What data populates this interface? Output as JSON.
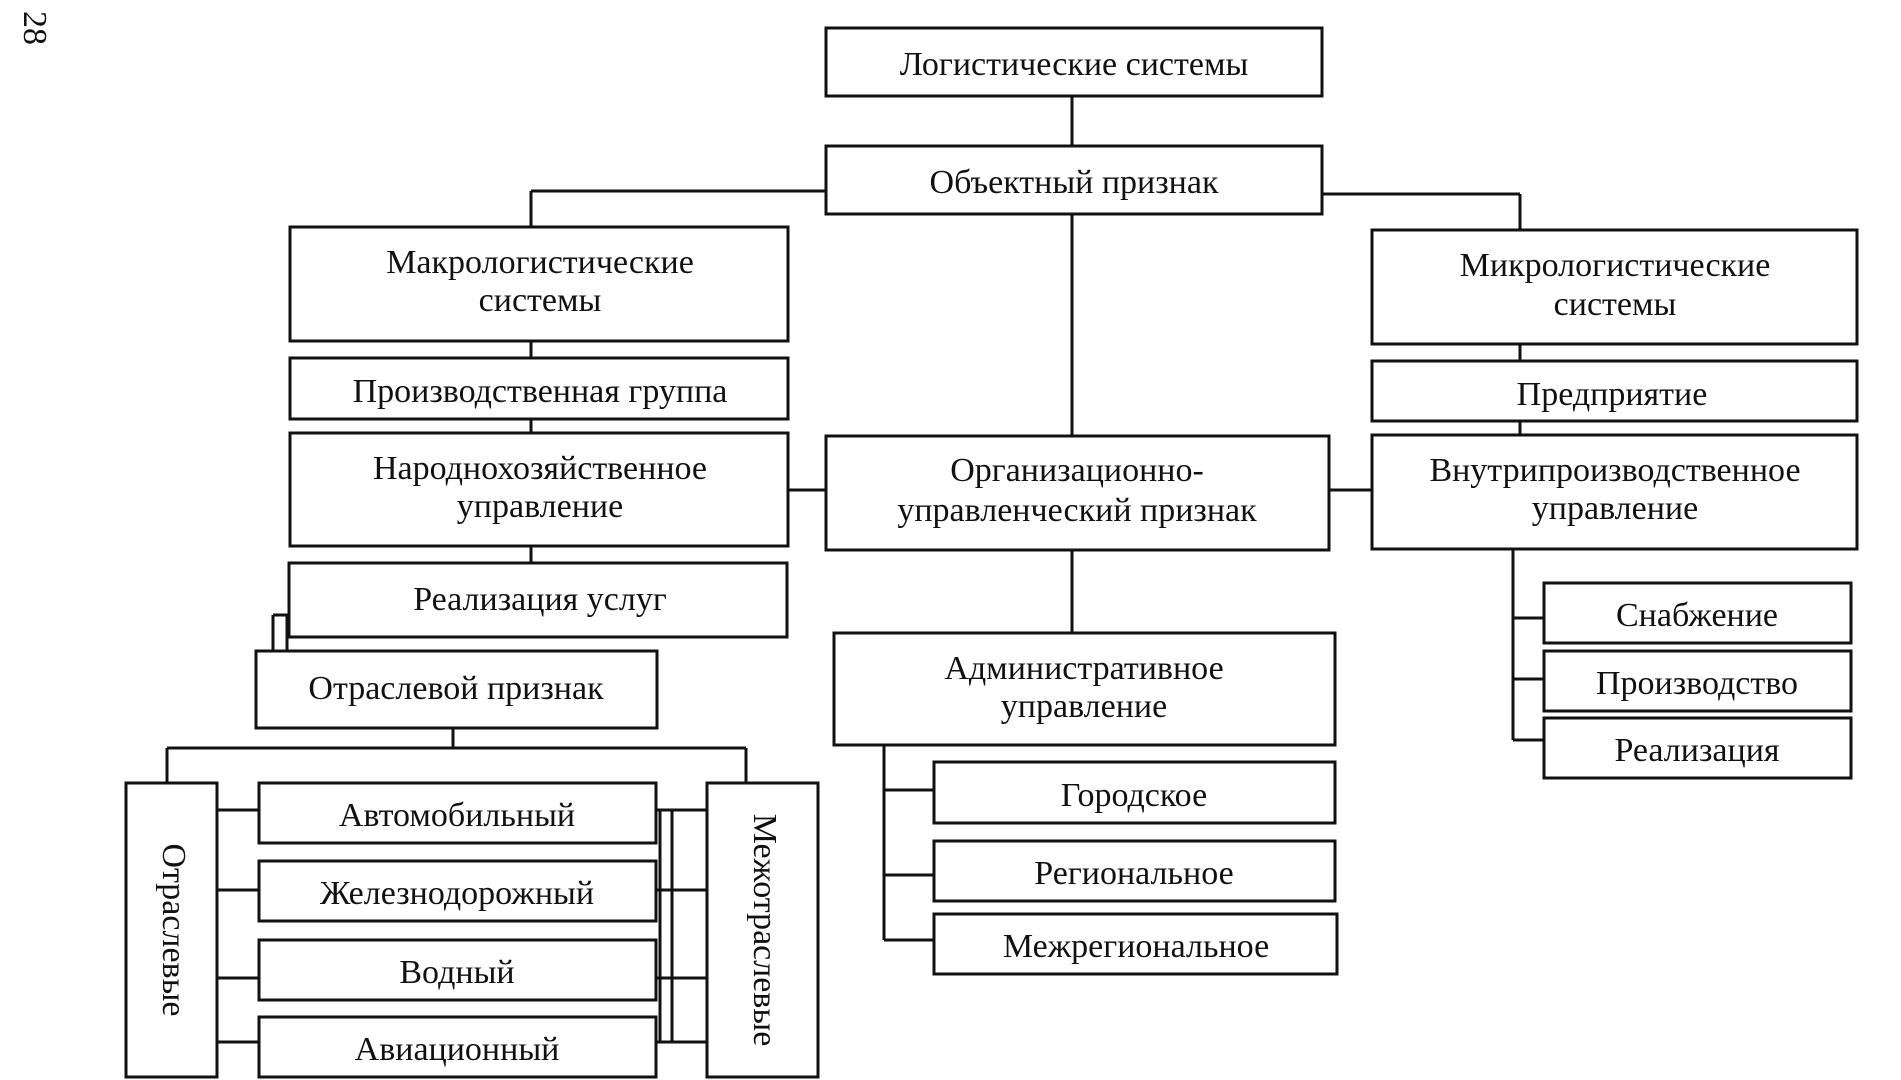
{
  "page_number": "28",
  "nodes": {
    "logistic_systems": "Логистические системы",
    "object_feature": "Объектный признак",
    "macro_1": "Макрологистические",
    "macro_2": "системы",
    "micro_1": "Микрологистические",
    "micro_2": "системы",
    "production_group": "Производственная группа",
    "enterprise": "Предприятие",
    "national_1": "Народнохозяйственное",
    "national_2": "управление",
    "org_1": "Организационно-",
    "org_2": "управленческий признак",
    "intra_1": "Внутрипроизводственное",
    "intra_2": "управление",
    "services": "Реализация услуг",
    "branch_feature": "Отраслевой признак",
    "admin_1": "Административное",
    "admin_2": "управление",
    "supply": "Снабжение",
    "production": "Производство",
    "sales": "Реализация",
    "urban": "Городское",
    "regional": "Региональное",
    "interregional": "Межрегиональное",
    "auto": "Автомобильный",
    "rail": "Железнодорожный",
    "water": "Водный",
    "air": "Авиационный",
    "sectoral": "Отраслевые",
    "intersectoral": "Межотраслевые"
  }
}
